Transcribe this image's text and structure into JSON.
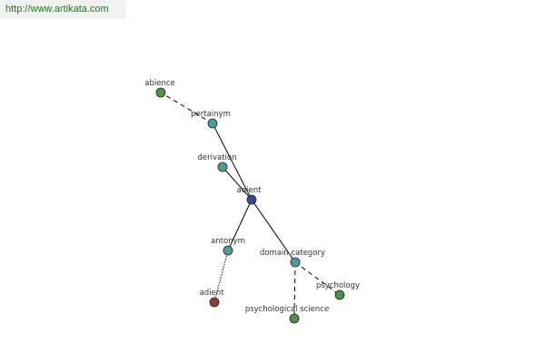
{
  "banner": {
    "url_text": "http://www.artikata.com"
  },
  "graph": {
    "nodes": [
      {
        "id": "abience",
        "label": "abience",
        "color": "#4f8f4f"
      },
      {
        "id": "pertainym",
        "label": "pertainym",
        "color": "#4f9a9a"
      },
      {
        "id": "derivation",
        "label": "derivation",
        "color": "#4f9a9a"
      },
      {
        "id": "adient-center",
        "label": "adient",
        "color": "#3b4a8c"
      },
      {
        "id": "antonym",
        "label": "antonym",
        "color": "#4f9a9a"
      },
      {
        "id": "domain-category",
        "label": "domain category",
        "color": "#4f9a9a"
      },
      {
        "id": "adient-antonym",
        "label": "adient",
        "color": "#8c3b3b"
      },
      {
        "id": "psychology",
        "label": "psychology",
        "color": "#4f8f4f"
      },
      {
        "id": "psychological-science",
        "label": "psychological science",
        "color": "#4f8f4f"
      }
    ],
    "edges": [
      {
        "from": "adient-center",
        "to": "pertainym",
        "style": "solid"
      },
      {
        "from": "adient-center",
        "to": "derivation",
        "style": "solid"
      },
      {
        "from": "adient-center",
        "to": "antonym",
        "style": "solid"
      },
      {
        "from": "adient-center",
        "to": "domain-category",
        "style": "solid"
      },
      {
        "from": "pertainym",
        "to": "abience",
        "style": "dashed"
      },
      {
        "from": "antonym",
        "to": "adient-antonym",
        "style": "dotted"
      },
      {
        "from": "domain-category",
        "to": "psychology",
        "style": "dashed"
      },
      {
        "from": "domain-category",
        "to": "psychological-science",
        "style": "dashed"
      }
    ]
  }
}
